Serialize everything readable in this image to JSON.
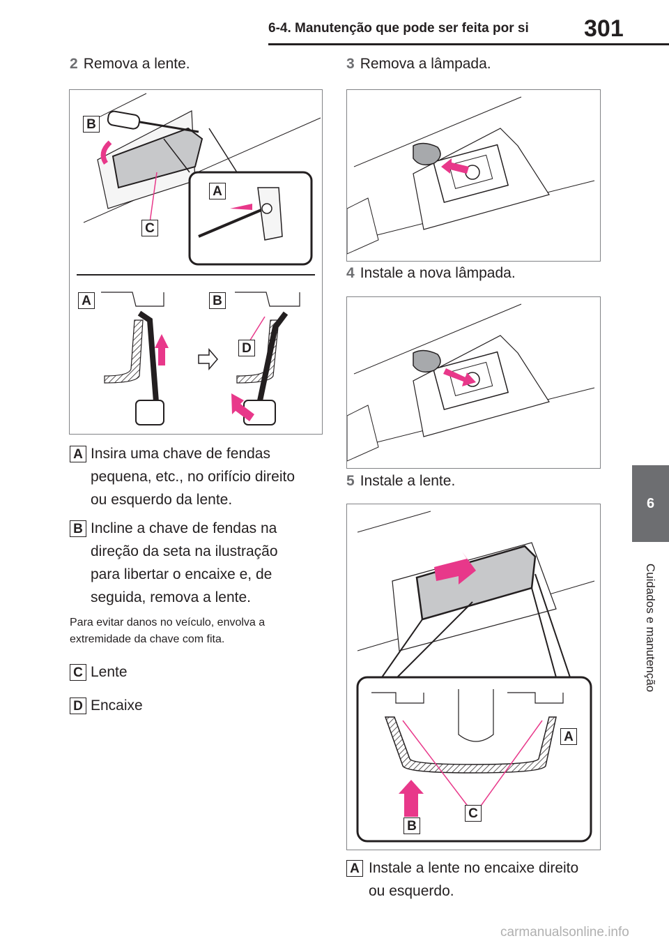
{
  "header": {
    "title": "6-4. Manutenção que pode ser feita por si",
    "page_number": "301"
  },
  "side_tab": {
    "chapter_number": "6",
    "chapter_title": "Cuidados e manutenção"
  },
  "left_column": {
    "step": {
      "number": "2",
      "text": "Remova a lente."
    },
    "figure": {
      "labels": {
        "b_top": "B",
        "c": "C",
        "a_inset": "A",
        "a_bottom": "A",
        "b_bottom": "B",
        "d": "D"
      }
    },
    "items": [
      {
        "tag": "A",
        "lines": [
          "Insira uma chave de fendas",
          "pequena, etc., no orifício direito",
          "ou esquerdo da lente."
        ]
      },
      {
        "tag": "B",
        "lines": [
          "Incline a chave de fendas na",
          "direção da seta na ilustração",
          "para libertar o encaixe e, de",
          "seguida, remova a lente."
        ]
      }
    ],
    "note": [
      "Para evitar danos no veículo, envolva a",
      "extremidade da chave com fita."
    ],
    "legend": [
      {
        "tag": "C",
        "text": "Lente"
      },
      {
        "tag": "D",
        "text": "Encaixe"
      }
    ]
  },
  "right_column": {
    "step3": {
      "number": "3",
      "text": "Remova a lâmpada."
    },
    "step4": {
      "number": "4",
      "text": "Instale a nova lâmpada."
    },
    "step5": {
      "number": "5",
      "text": "Instale a lente."
    },
    "figure5": {
      "labels": {
        "a": "A",
        "b": "B",
        "c": "C"
      }
    },
    "items": [
      {
        "tag": "A",
        "lines": [
          "Instale a lente no encaixe direito",
          "ou esquerdo."
        ]
      }
    ]
  },
  "footer": {
    "watermark": "carmanualsonline.info"
  },
  "colors": {
    "accent_pink": "#e8388a",
    "tab_gray": "#6d6e71",
    "text": "#231f20"
  }
}
